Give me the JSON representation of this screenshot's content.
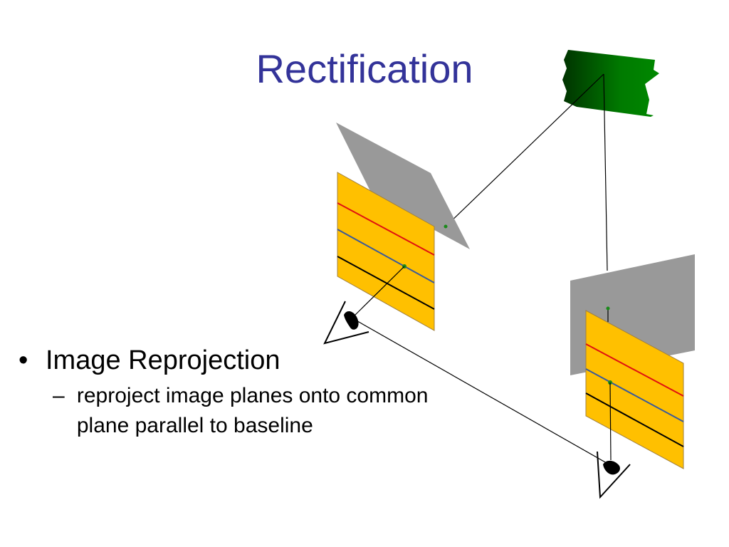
{
  "slide": {
    "title": "Rectification",
    "bullet_1": {
      "marker": "•",
      "text": "Image Reprojection"
    },
    "bullet_1_sub": {
      "marker": "–",
      "text": "reproject image planes onto common plane parallel to baseline"
    }
  },
  "colors": {
    "title": "#333399",
    "original_plane": "#999999",
    "rectified_plane": "#ffc000",
    "epipolar_red": "#e01010",
    "epipolar_blue": "#3a5a9a",
    "epipolar_black": "#000000",
    "scene_object": "#007a00",
    "point": "#1a8a1a"
  }
}
